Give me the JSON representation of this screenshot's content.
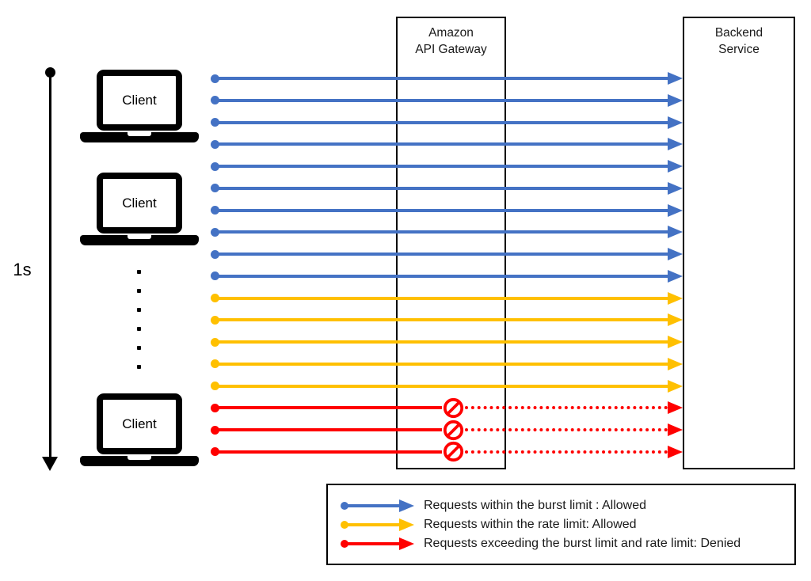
{
  "timeline": {
    "label": "1s"
  },
  "clients": {
    "items": [
      {
        "label": "Client"
      },
      {
        "label": "Client"
      },
      {
        "label": "Client"
      }
    ],
    "ellipsis_dot_count": 6
  },
  "columns": {
    "api_gateway": {
      "line1": "Amazon",
      "line2": "API Gateway"
    },
    "backend": {
      "line1": "Backend",
      "line2": "Service"
    }
  },
  "colors": {
    "burst": "#4472C4",
    "rate": "#FFC000",
    "denied": "#FF0000",
    "ink": "#000000"
  },
  "flows": {
    "rows": [
      {
        "type": "burst"
      },
      {
        "type": "burst"
      },
      {
        "type": "burst"
      },
      {
        "type": "burst"
      },
      {
        "type": "burst"
      },
      {
        "type": "burst"
      },
      {
        "type": "burst"
      },
      {
        "type": "burst"
      },
      {
        "type": "burst"
      },
      {
        "type": "burst"
      },
      {
        "type": "rate"
      },
      {
        "type": "rate"
      },
      {
        "type": "rate"
      },
      {
        "type": "rate"
      },
      {
        "type": "rate"
      },
      {
        "type": "denied"
      },
      {
        "type": "denied"
      },
      {
        "type": "denied"
      }
    ]
  },
  "legend": {
    "items": [
      {
        "type": "burst",
        "label": "Requests within the burst limit : Allowed"
      },
      {
        "type": "rate",
        "label": "Requests within the rate limit: Allowed"
      },
      {
        "type": "denied",
        "label": "Requests exceeding the burst limit and rate limit: Denied"
      }
    ]
  }
}
